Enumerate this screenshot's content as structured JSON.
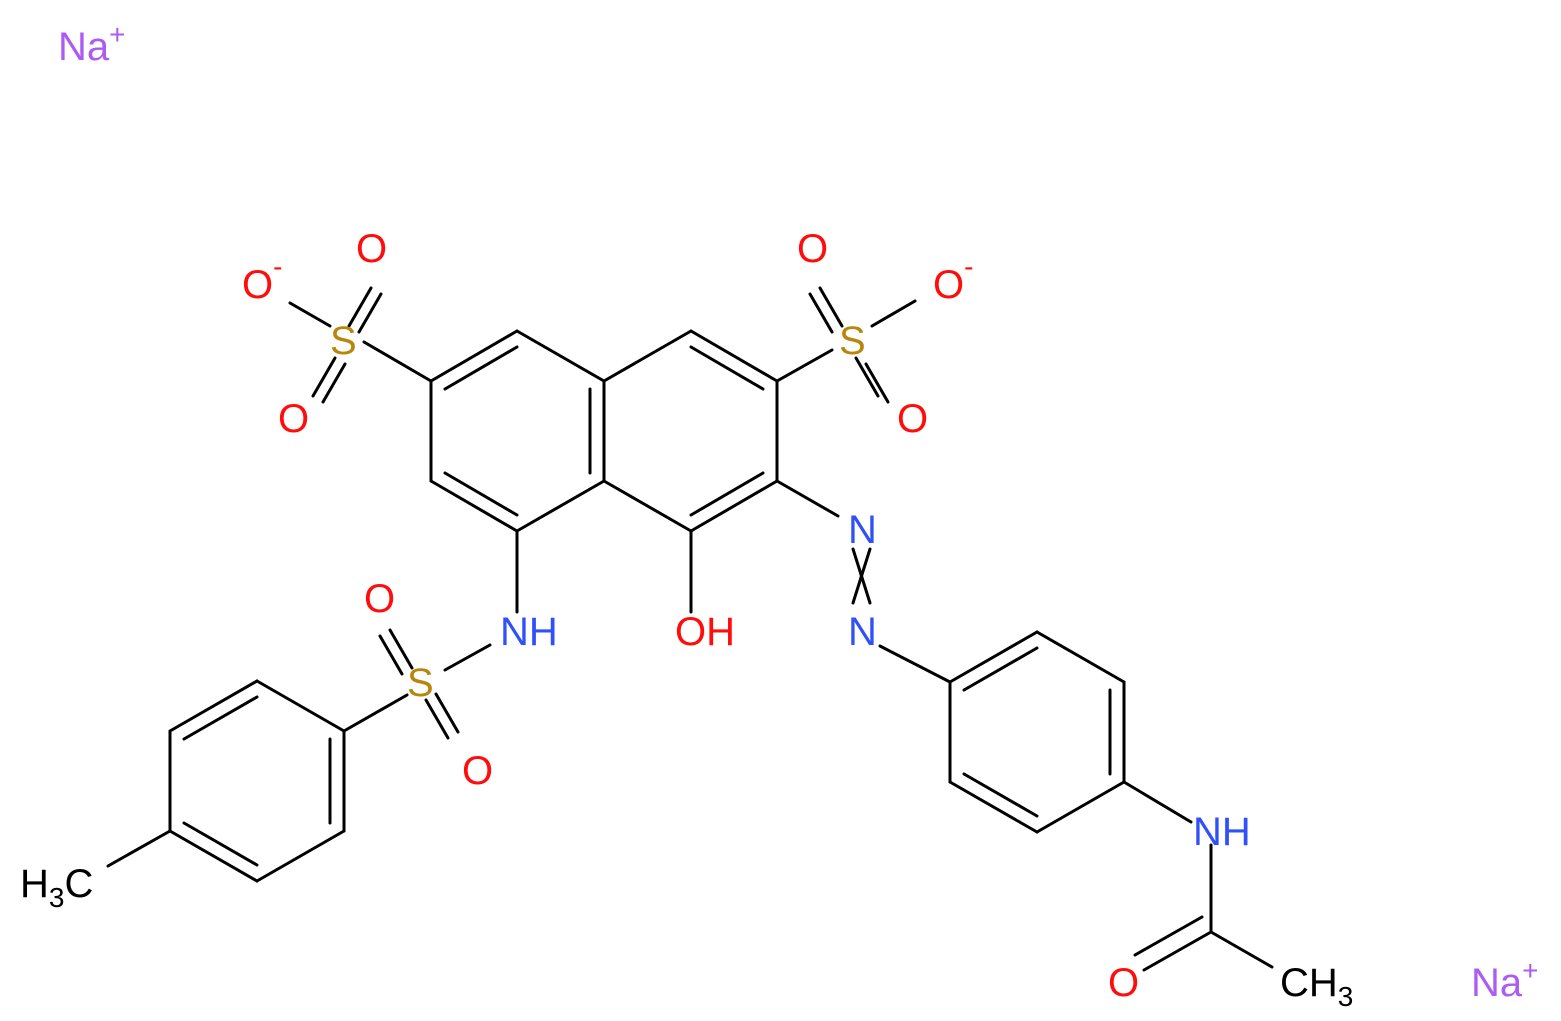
{
  "colors": {
    "bond": "#000000",
    "O": "#ff0d0d",
    "N": "#3050f8",
    "S": "#b8860b",
    "Na": "#ab5cf2",
    "C": "#000000"
  },
  "labels": {
    "na1": "Na",
    "na1_charge": "+",
    "na2": "Na",
    "na2_charge": "+",
    "o_minus_left": "O",
    "o_minus_left_charge": "-",
    "o_minus_right": "O",
    "o_minus_right_charge": "-",
    "s_left": "S",
    "s_right": "S",
    "s_tosyl": "S",
    "o_left_top": "O",
    "o_left_bottom": "O",
    "o_right_top": "O",
    "o_right_bottom": "O",
    "o_tosyl_top": "O",
    "o_tosyl_bottom": "O",
    "nh_sulfonamide": "NH",
    "oh": "OH",
    "n_azo_1": "N",
    "n_azo_2": "N",
    "nh_amide": "NH",
    "o_amide": "O",
    "ch3_amide": "CH",
    "ch3_amide_sub": "3",
    "h3c_tolyl": "H",
    "h3c_tolyl_sub": "3",
    "h3c_tolyl_c": "C"
  }
}
